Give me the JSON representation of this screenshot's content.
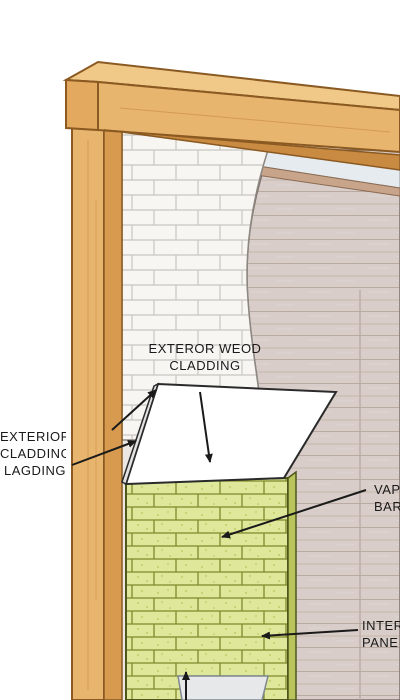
{
  "labels": {
    "top_label": {
      "line1": "EXTEROR WEOD",
      "line2": "CLADDING"
    },
    "left_label": {
      "line1": "EXTERIOR",
      "line2": "CLADDING",
      "line3": "LAGDING"
    },
    "vapor_label": {
      "line1": "VAP",
      "line2": "BAR"
    },
    "interior_label": {
      "line1": "INTER",
      "line2": "PANE"
    }
  },
  "colors": {
    "timber": "#e8b56e",
    "timber_edge": "#8a5a22",
    "siding": "#d8cdc8",
    "brick_wall": "#f7f6f3",
    "block": "#dfe79a",
    "panel": "#ffffff",
    "outline": "#2a2a2a"
  },
  "icons": {
    "arrow": "arrow-icon"
  }
}
